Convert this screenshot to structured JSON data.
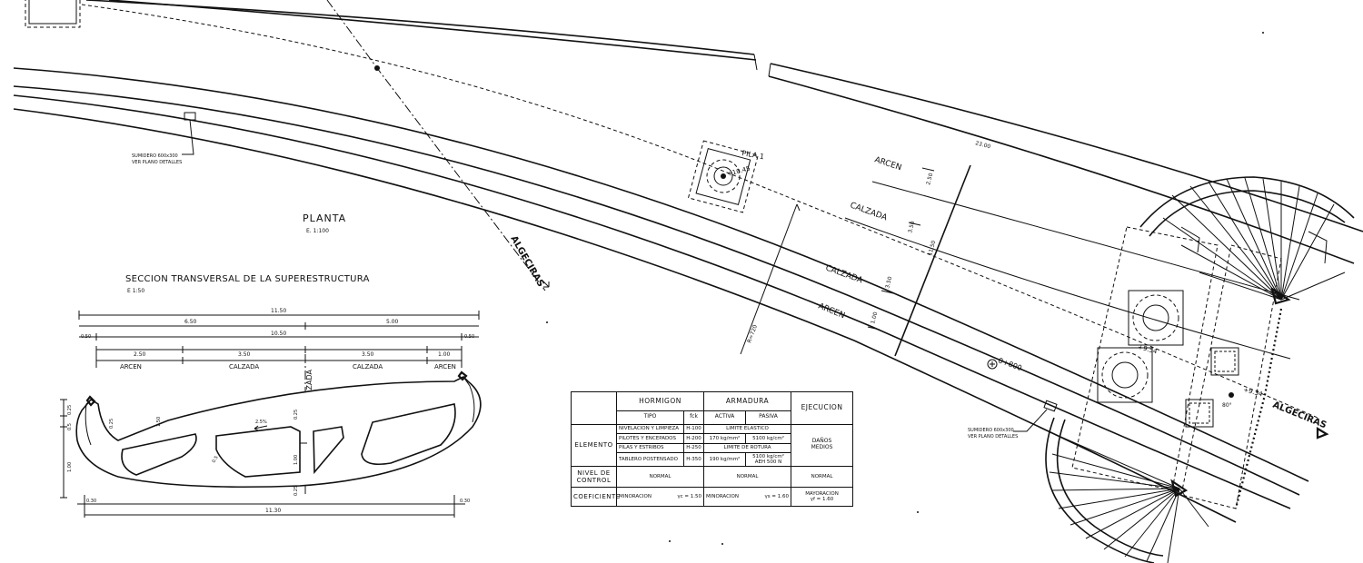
{
  "plan": {
    "title": "PLANTA",
    "scale": "E. 1:100",
    "pier_label": "PILA 1",
    "pier_level": "+10.45",
    "direction_label_upper": "ALGECIRAS",
    "direction_label_right": "ALGECIRAS",
    "chainage": "0+800",
    "level_a": "+9.54",
    "level_b": "+9.34",
    "dimension_top": "23.00",
    "dimension_total": "11.50",
    "dim_arcen_top": "2.50",
    "dim_calzada_1": "3.50",
    "dim_calzada_2": "3.50",
    "dim_arcen_bottom": "1.00",
    "skew_label": "R=720",
    "bottom_angle": "80°",
    "lane_labels": [
      "ARCEN",
      "CALZADA",
      "CALZADA",
      "ARCEN"
    ],
    "drain_left": [
      "SUMIDERO 600x300",
      "VER PLANO DETALLES"
    ],
    "drain_right": [
      "SUMIDERO 600x300",
      "VER PLANO DETALLES"
    ]
  },
  "section": {
    "title": "SECCION TRANSVERSAL DE LA SUPERESTRUCTURA",
    "scale": "E 1:50",
    "dim_total_top": "11.50",
    "dim_left_part": "6.50",
    "dim_right_part": "5.00",
    "dim_inner": "10.50",
    "dim_edge_left": "0.50",
    "dim_edge_right": "0.50",
    "lane_dims": [
      "2.50",
      "3.50",
      "3.50",
      "1.00"
    ],
    "lane_names": [
      "ARCEN",
      "CALZADA",
      "CALZADA",
      "ARCEN"
    ],
    "axis_label": "EJE CALZADA",
    "slope_label": "2.5%",
    "dim_bottom": "11.30",
    "dim_bottom_left": "0.30",
    "dim_bottom_right": "0.30",
    "vertical_dims": [
      "0.25",
      "0.5",
      "1.00",
      "0.25",
      "1.50",
      "0.5",
      "0.25"
    ]
  },
  "table": {
    "col_headers": [
      "HORMIGON",
      "ARMADURA",
      "EJECUCION"
    ],
    "sub_tipo": "TIPO",
    "sub_fck": "fck",
    "sub_activa": "ACTIVA",
    "sub_pasiva": "PASIVA",
    "row_elemento": "ELEMENTO",
    "row_control": [
      "NIVEL DE",
      "CONTROL"
    ],
    "row_coef": "COEFICIENTE",
    "concrete": [
      {
        "tipo": "NIVELACION Y LIMPIEZA",
        "fck": "H-100"
      },
      {
        "tipo": "PILOTES Y ENCEPADOS",
        "fck": "H-200"
      },
      {
        "tipo": "PILAS Y ESTRIBOS",
        "fck": "H-250"
      },
      {
        "tipo": "TABLERO POSTENSADO",
        "fck": "H-350"
      }
    ],
    "elastic_limit_label": "LIMITE ELASTICO",
    "rupture_limit_label": "LIMITE DE ROTURA",
    "activa_elastic": "170 kg/mm²",
    "activa_rupture": "190 kg/mm²",
    "pasiva_elastic": "5100 kg/cm²",
    "pasiva_rupture": "5100 kg/cm²",
    "pasiva_note": "AEH 500 N",
    "ejecucion": [
      "DAÑOS",
      "MEDIOS"
    ],
    "control_h": "NORMAL",
    "control_a": "NORMAL",
    "control_e": "NORMAL",
    "coef_h_label": "MINORACION",
    "coef_h_value": "γc = 1.50",
    "coef_a_label": "MINORACION",
    "coef_a_value": "γs = 1.60",
    "coef_e_label": "MAYORACION",
    "coef_e_value": "γf = 1.60"
  }
}
